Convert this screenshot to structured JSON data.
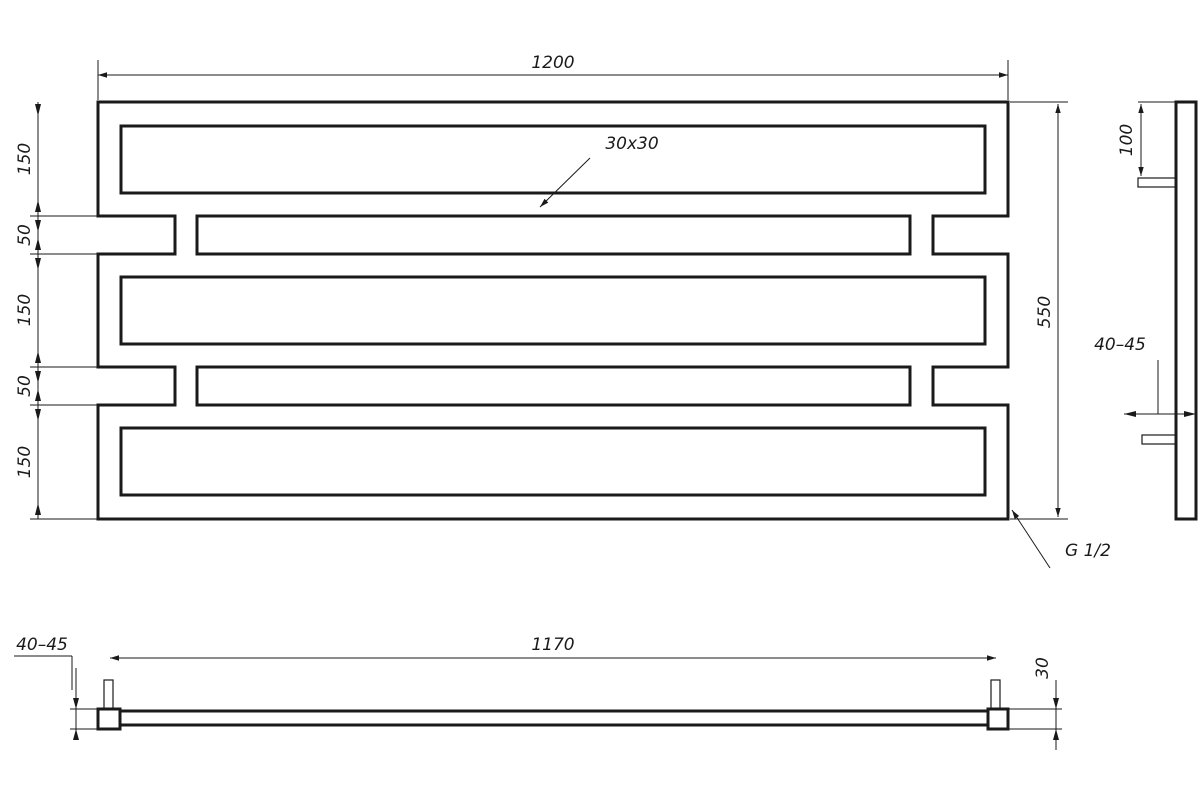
{
  "front_view": {
    "width_label": "1200",
    "height_label": "550",
    "tube_label": "30x30",
    "thread_label": "G 1/2",
    "segments": [
      "150",
      "50",
      "150",
      "50",
      "150"
    ]
  },
  "side_view": {
    "offset_label": "100",
    "depth_label": "40–45"
  },
  "bottom_view": {
    "center_label": "1170",
    "depth_label": "40–45",
    "pipe_label": "30"
  },
  "colors": {
    "line": "#1a1a1a",
    "background": "#ffffff"
  }
}
